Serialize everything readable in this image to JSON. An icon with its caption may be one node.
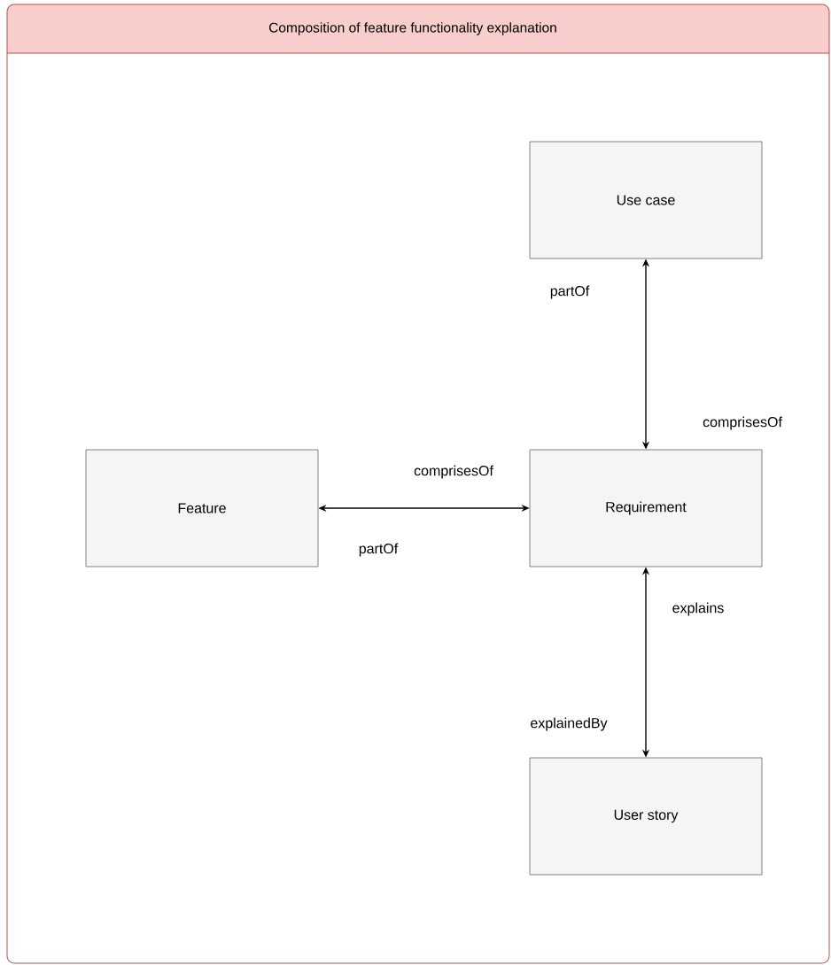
{
  "diagram": {
    "nodes": [
      {
        "text": [
          "Composition of feature functionality explanation"
        ]
      },
      {
        "text": [
          "Use case"
        ],
        "in": 0
      },
      {
        "text": [
          "Feature"
        ],
        "in": 0
      },
      {
        "text": [
          "Requirement"
        ],
        "in": 0
      },
      {
        "text": [
          "User story"
        ],
        "in": 0
      }
    ],
    "edges": [
      {
        "from": 1,
        "to": 3,
        "arrow": "both"
      },
      {
        "from": 2,
        "to": 3,
        "arrow": "both"
      },
      {
        "from": 3,
        "to": 4,
        "arrow": "both"
      }
    ],
    "labels": [
      "partOf",
      "comprisesOf",
      "comprisesOf",
      "partOf",
      "explains",
      "explainedBy"
    ]
  }
}
